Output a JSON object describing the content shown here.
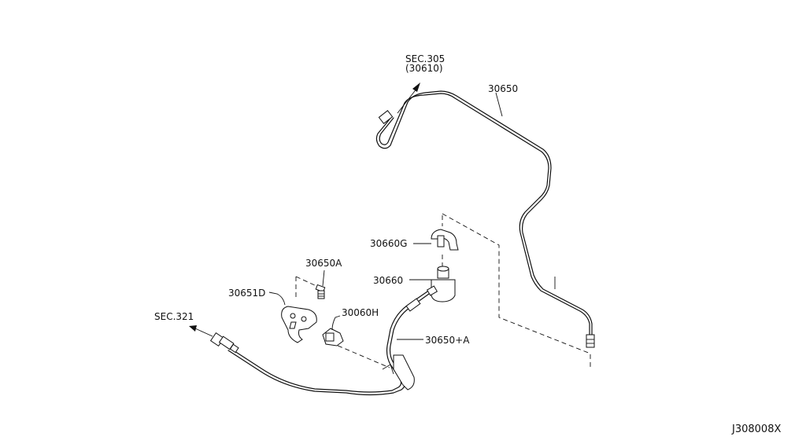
{
  "sections": {
    "top": {
      "line1": "SEC.305",
      "line2": "(30610)"
    },
    "left": "SEC.321"
  },
  "parts": {
    "pipe_main": "30650",
    "clamp": "30660G",
    "damper": "30660",
    "bracket_bolt": "30650A",
    "bracket": "30651D",
    "clip": "30060H",
    "hose_assy": "30650+A"
  },
  "diagram_code": "J308008X"
}
